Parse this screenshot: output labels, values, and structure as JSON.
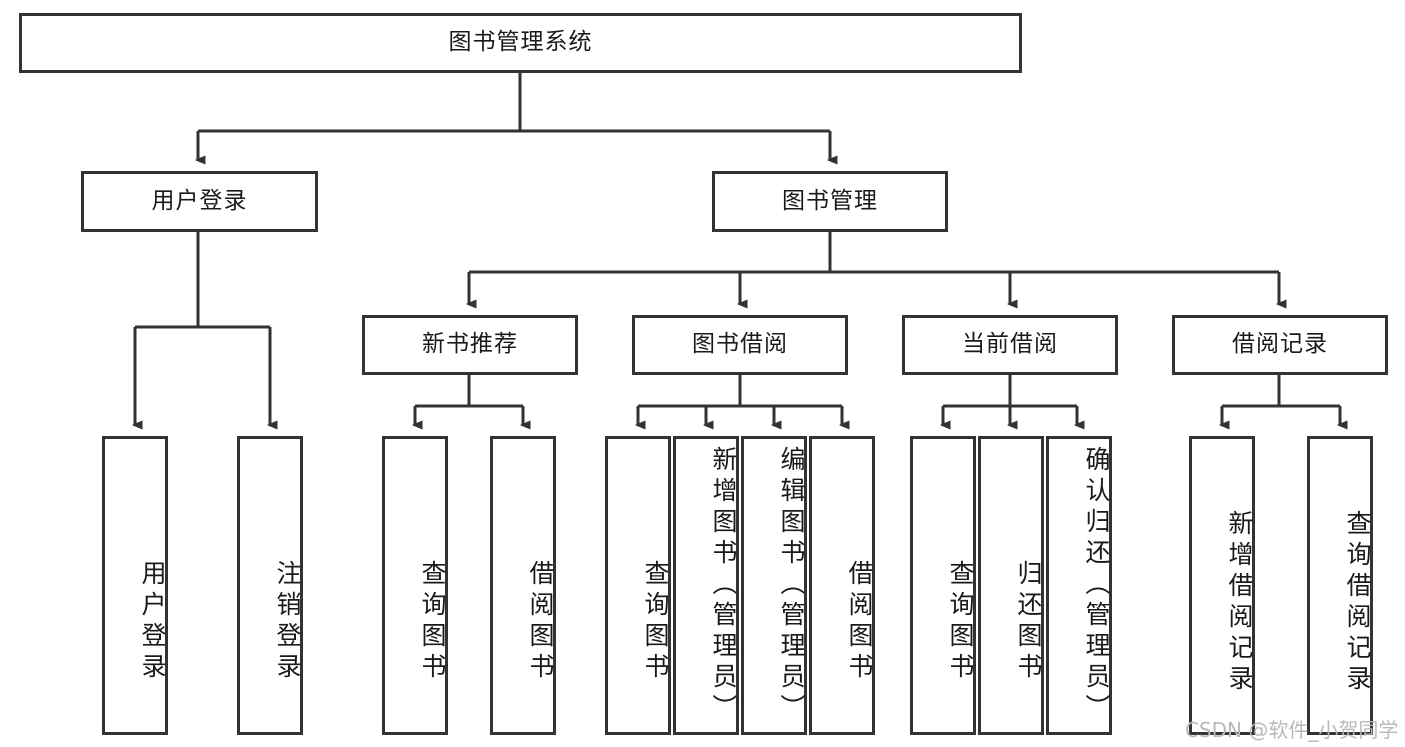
{
  "diagram": {
    "title_node": {
      "label": "图书管理系统"
    },
    "level2": [
      {
        "id": "user-login",
        "label": "用户登录"
      },
      {
        "id": "book-management",
        "label": "图书管理"
      }
    ],
    "level3": [
      {
        "id": "new-book-recommend",
        "label": "新书推荐"
      },
      {
        "id": "book-borrow",
        "label": "图书借阅"
      },
      {
        "id": "current-borrow",
        "label": "当前借阅"
      },
      {
        "id": "borrow-record",
        "label": "借阅记录"
      }
    ],
    "leaves": [
      {
        "id": "leaf-user-login",
        "label": "用户登录"
      },
      {
        "id": "leaf-logout-login",
        "label": "注销登录"
      },
      {
        "id": "leaf-query-book-1",
        "label": "查询图书"
      },
      {
        "id": "leaf-borrow-book-1",
        "label": "借阅图书"
      },
      {
        "id": "leaf-query-book-2",
        "label": "查询图书"
      },
      {
        "id": "leaf-add-book",
        "label": "新增图书（管理员）"
      },
      {
        "id": "leaf-edit-book",
        "label": "编辑图书（管理员）"
      },
      {
        "id": "leaf-borrow-book-2",
        "label": "借阅图书"
      },
      {
        "id": "leaf-query-book-3",
        "label": "查询图书"
      },
      {
        "id": "leaf-return-book",
        "label": "归还图书"
      },
      {
        "id": "leaf-confirm-return",
        "label": "确认归还（管理员）"
      },
      {
        "id": "leaf-add-borrow-record",
        "label": "新增借阅记录"
      },
      {
        "id": "leaf-query-borrow-record",
        "label": "查询借阅记录"
      }
    ]
  },
  "watermark": {
    "text": "CSDN @软件_小贺同学"
  },
  "colors": {
    "border": "#333333",
    "background": "#ffffff",
    "text": "#1a1a1a",
    "watermark": "#b9b9b9"
  }
}
